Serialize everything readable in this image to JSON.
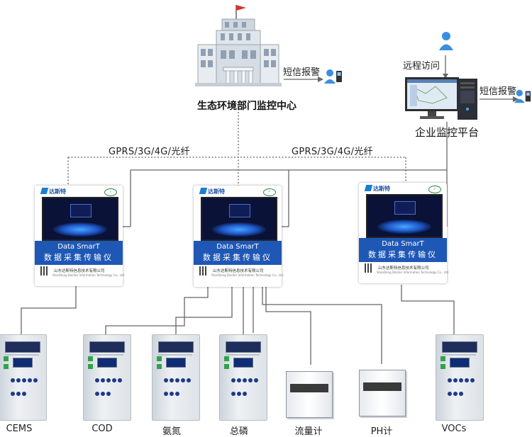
{
  "center": {
    "title": "生态环境部门监控中心",
    "sms_label": "短信报警"
  },
  "enterprise": {
    "title": "企业监控平台",
    "remote_label": "远程访问",
    "sms_label": "短信报警"
  },
  "network": {
    "left_label": "GPRS/3G/4G/光纤",
    "right_label": "GPRS/3G/4G/光纤"
  },
  "units": [
    {
      "brand": "达斯特",
      "screen_title": "Data SmarT",
      "name": "数据采集传输仪",
      "company": "山东达斯特信息技术有限公司",
      "company_en": "ShanDong Dasiter Information Technology Co., Ltd"
    },
    {
      "brand": "达斯特",
      "screen_title": "Data SmarT",
      "name": "数据采集传输仪",
      "company": "山东达斯特信息技术有限公司",
      "company_en": "ShanDong Dasiter Information Technology Co., Ltd"
    },
    {
      "brand": "达斯特",
      "screen_title": "Data SmarT",
      "name": "数据采集传输仪",
      "company": "山东达斯特信息技术有限公司",
      "company_en": "ShanDong Dasiter Information Technology Co., Ltd"
    }
  ],
  "devices": [
    {
      "label": "CEMS"
    },
    {
      "label": "COD"
    },
    {
      "label": "氨氮"
    },
    {
      "label": "总磷"
    },
    {
      "label": "流量计"
    },
    {
      "label": "PH计"
    },
    {
      "label": "VOCs"
    }
  ],
  "colors": {
    "accent_blue": "#1f57b5",
    "line_gray": "#555555",
    "indicator_green": "#2ea44a"
  },
  "icons": [
    "government-building-icon",
    "phone-user-icon",
    "user-icon",
    "computer-monitor-icon",
    "server-tower-icon"
  ]
}
